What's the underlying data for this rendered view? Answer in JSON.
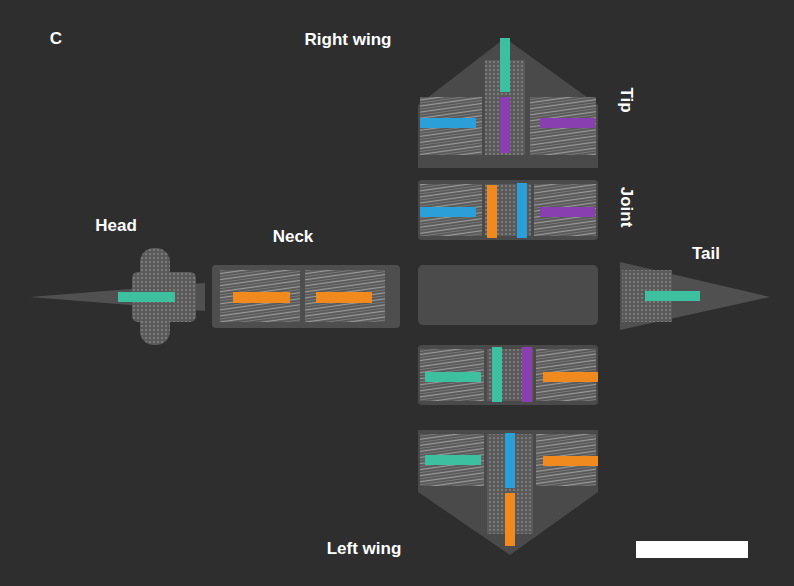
{
  "diagram": {
    "labels": [
      "C",
      "Right wing",
      "Tip",
      "Joint",
      "Head",
      "Neck",
      "Tail",
      "Left wing"
    ]
  }
}
